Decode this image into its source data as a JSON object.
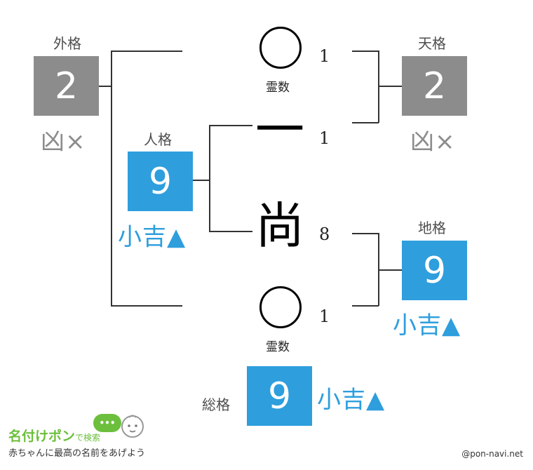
{
  "gaikaku": {
    "label": "外格",
    "value": "2",
    "fortune": "凶×",
    "color": "#8c8c8c"
  },
  "tenkaku": {
    "label": "天格",
    "value": "2",
    "fortune": "凶×",
    "color": "#8c8c8c"
  },
  "jinkaku": {
    "label": "人格",
    "value": "9",
    "fortune": "小吉▲",
    "color": "#2e9edd"
  },
  "chikaku": {
    "label": "地格",
    "value": "9",
    "fortune": "小吉▲",
    "color": "#2e9edd"
  },
  "soukaku": {
    "label": "総格",
    "value": "9",
    "fortune": "小吉▲",
    "color": "#2e9edd"
  },
  "characters": [
    {
      "role": "霊数",
      "glyph": "",
      "strokes": "1",
      "is_reisu": true
    },
    {
      "role": "name",
      "glyph": "一",
      "strokes": "1",
      "is_reisu": false
    },
    {
      "role": "name",
      "glyph": "尚",
      "strokes": "8",
      "is_reisu": false
    },
    {
      "role": "霊数",
      "glyph": "",
      "strokes": "1",
      "is_reisu": true
    }
  ],
  "reisu_label": "霊数",
  "logo": {
    "main": "名付けポン",
    "sub": "で検索",
    "bubble": "•••"
  },
  "tagline": "赤ちゃんに最高の名前をあげよう",
  "credit": "@pon-navi.net"
}
